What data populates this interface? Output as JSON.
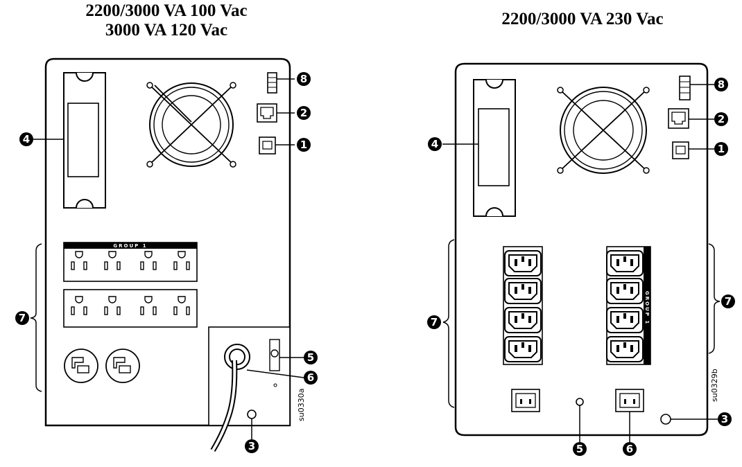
{
  "left_panel": {
    "title_line1": "2200/3000 VA 100 Vac",
    "title_line2": "3000 VA 120 Vac",
    "group_label": "GROUP 1",
    "figure_code": "su0330a",
    "callouts": [
      "8",
      "2",
      "1",
      "4",
      "7",
      "5",
      "6",
      "3"
    ]
  },
  "right_panel": {
    "title": "2200/3000 VA 230 Vac",
    "group_label": "GROUP 1",
    "figure_code": "su0329b",
    "callouts": [
      "8",
      "2",
      "1",
      "4",
      "7",
      "7",
      "5",
      "6",
      "3"
    ]
  }
}
